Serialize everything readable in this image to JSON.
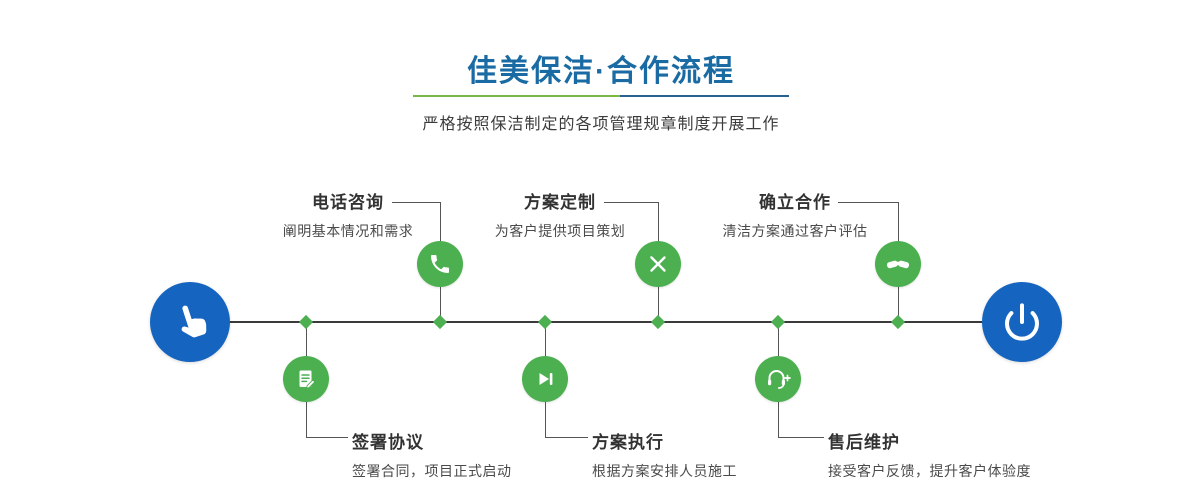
{
  "header": {
    "title": "佳美保洁·合作流程",
    "subtitle": "严格按照保洁制定的各项管理规章制度开展工作"
  },
  "steps_top": [
    {
      "title": "电话咨询",
      "desc": "阐明基本情况和需求",
      "icon": "phone-icon"
    },
    {
      "title": "方案定制",
      "desc": "为客户提供项目策划",
      "icon": "design-icon"
    },
    {
      "title": "确立合作",
      "desc": "清洁方案通过客户评估",
      "icon": "handshake-icon"
    }
  ],
  "steps_bottom": [
    {
      "title": "签署协议",
      "desc": "签署合同，项目正式启动",
      "icon": "contract-icon"
    },
    {
      "title": "方案执行",
      "desc": "根据方案安排人员施工",
      "icon": "play-icon"
    },
    {
      "title": "售后维护",
      "desc": "接受客户反馈，提升客户体验度",
      "icon": "headset-icon"
    }
  ],
  "timeline": {
    "start_icon": "hand-pointer-icon",
    "end_icon": "power-icon"
  },
  "colors": {
    "title_blue": "#1a6ba3",
    "accent_green": "#4cb050",
    "node_blue": "#1565c0",
    "underline_green": "#7ab648",
    "underline_blue": "#2a628f",
    "line_dark": "#555555",
    "text_dark": "#333333",
    "text_gray": "#4a4a4a"
  }
}
